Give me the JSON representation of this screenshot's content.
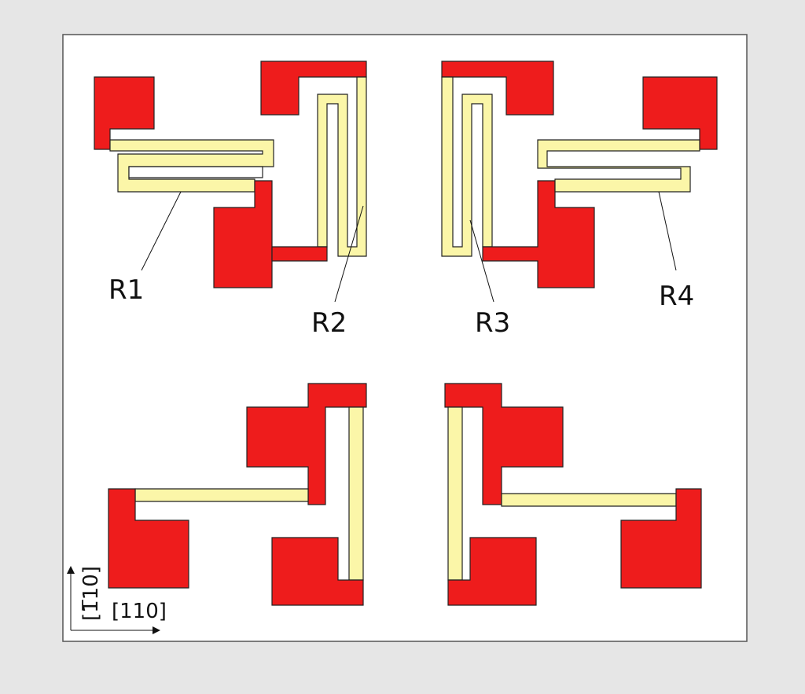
{
  "colors": {
    "pad": "#ee1c1c",
    "resistor": "#fbf6a8",
    "panel": "#ffffff",
    "background": "#e6e6e6"
  },
  "labels": {
    "r1": "R1",
    "r2": "R2",
    "r3": "R3",
    "r4": "R4"
  },
  "axes": {
    "horizontal": "[110]",
    "vertical": "[1̅10]"
  }
}
